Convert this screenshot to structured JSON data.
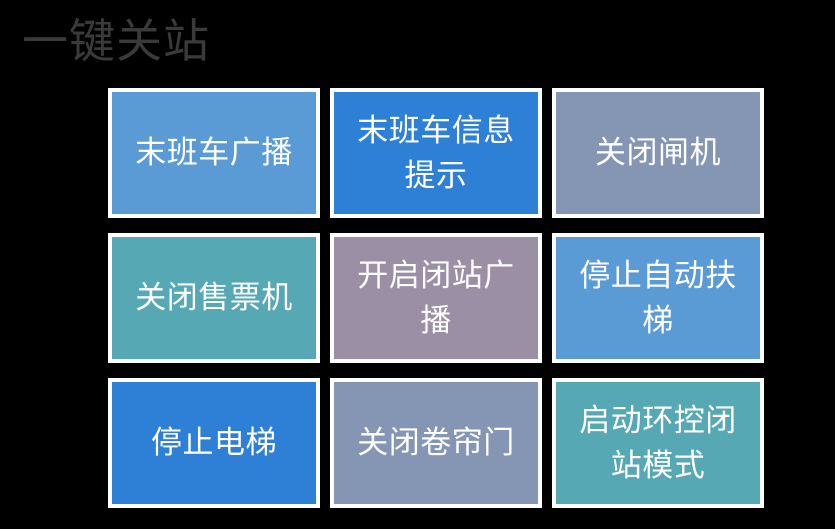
{
  "page": {
    "title": "一键关站",
    "background_color": "#000000",
    "title_color": "#3a3a3a",
    "tile_border_color": "#ffffff",
    "tile_text_color": "#ffffff"
  },
  "tiles": [
    {
      "label": "末班车广播",
      "color": "#5B9BD5",
      "row": 1,
      "col": 1
    },
    {
      "label": "末班车信息提示",
      "color": "#2E7FD6",
      "row": 1,
      "col": 2
    },
    {
      "label": "关闭闸机",
      "color": "#8496B4",
      "row": 1,
      "col": 3
    },
    {
      "label": "关闭售票机",
      "color": "#56A8B4",
      "row": 2,
      "col": 1
    },
    {
      "label": "开启闭站广播",
      "color": "#9B8FA5",
      "row": 2,
      "col": 2
    },
    {
      "label": "停止自动扶梯",
      "color": "#5B9BD5",
      "row": 2,
      "col": 3
    },
    {
      "label": "停止电梯",
      "color": "#2E7FD6",
      "row": 3,
      "col": 1
    },
    {
      "label": "关闭卷帘门",
      "color": "#8496B4",
      "row": 3,
      "col": 2
    },
    {
      "label": "启动环控闭站模式",
      "color": "#56A8B4",
      "row": 3,
      "col": 3
    }
  ]
}
